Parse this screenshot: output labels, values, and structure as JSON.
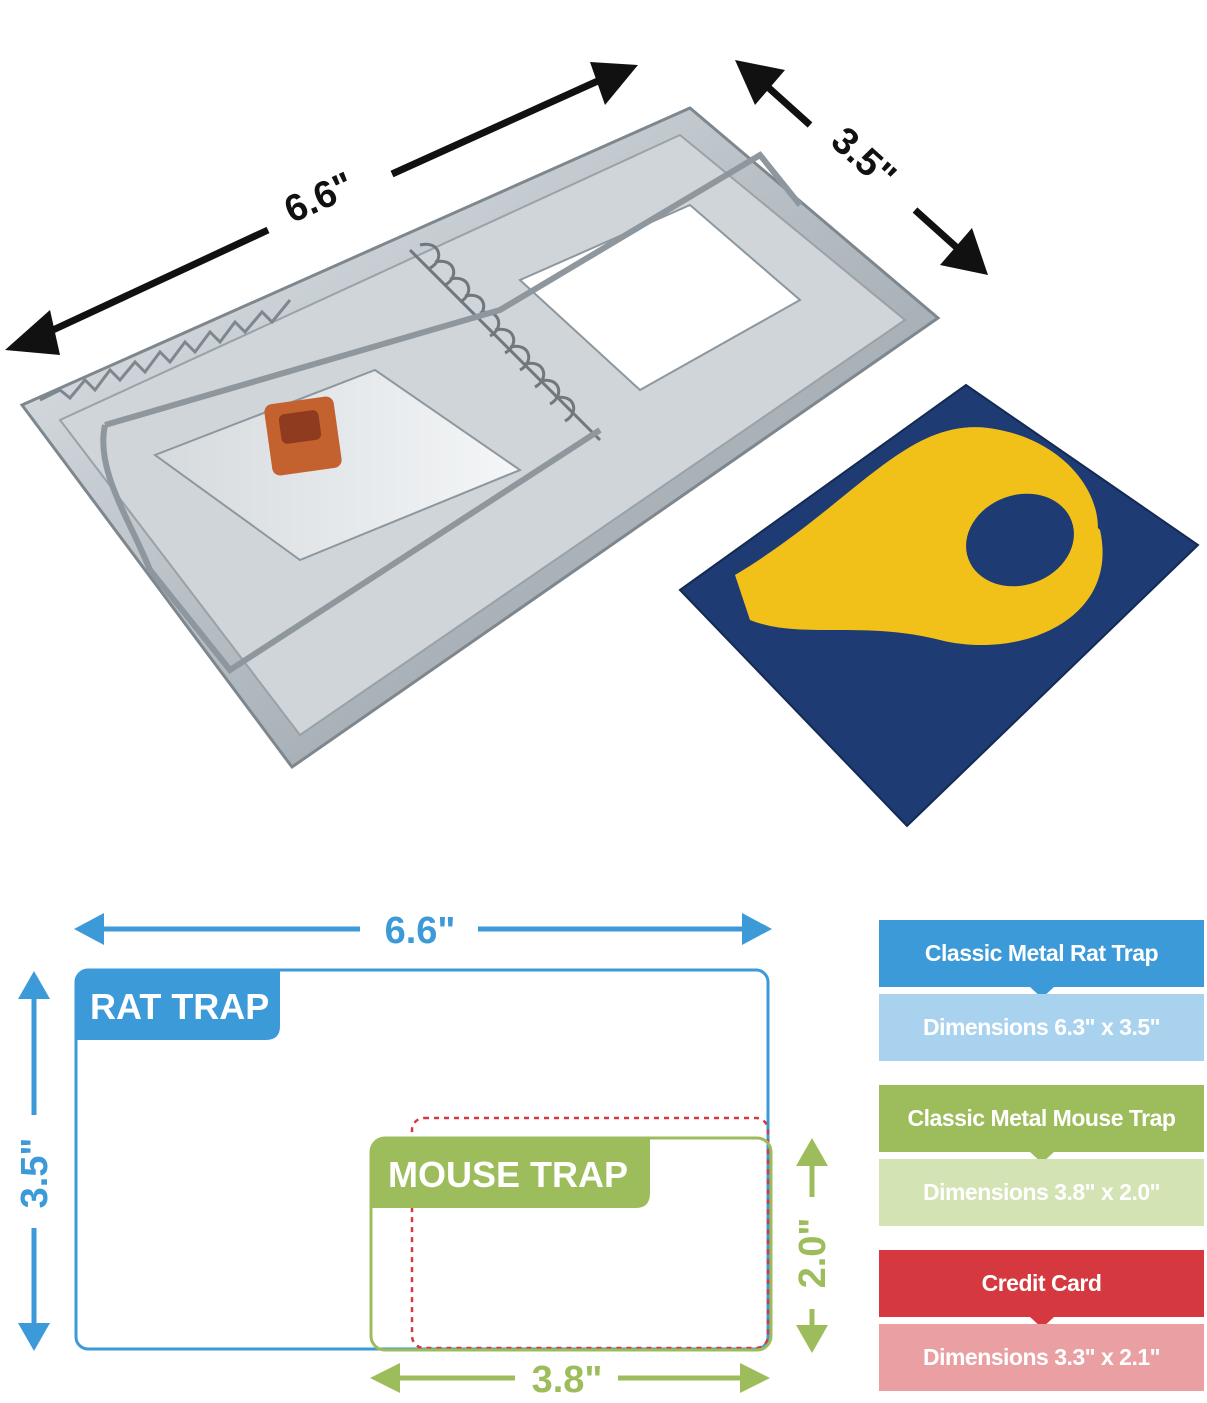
{
  "photo": {
    "length_label": "6.6\"",
    "width_label": "3.5\""
  },
  "diagram": {
    "rat_width_label": "6.6\"",
    "rat_height_label": "3.5\"",
    "rat_tag": "RAT TRAP",
    "mouse_tag": "MOUSE TRAP",
    "mouse_height_label": "2.0\"",
    "mouse_width_label": "3.8\""
  },
  "legend": {
    "rat_title": "Classic Metal Rat Trap",
    "rat_dims": "Dimensions 6.3\" x 3.5\"",
    "mouse_title": "Classic Metal Mouse Trap",
    "mouse_dims": "Dimensions 3.8\" x 2.0\"",
    "card_title": "Credit Card",
    "card_dims": "Dimensions 3.3\" x 2.1\""
  },
  "colors": {
    "rat_blue": "#3d9ad8",
    "rat_light": "#a9d2ef",
    "mouse_green": "#9dbd5c",
    "mouse_light": "#d3e3b4",
    "card_red": "#d5393f",
    "card_light": "#eaa0a3",
    "card_navy": "#1f3b73",
    "card_yellow": "#f2c119"
  }
}
